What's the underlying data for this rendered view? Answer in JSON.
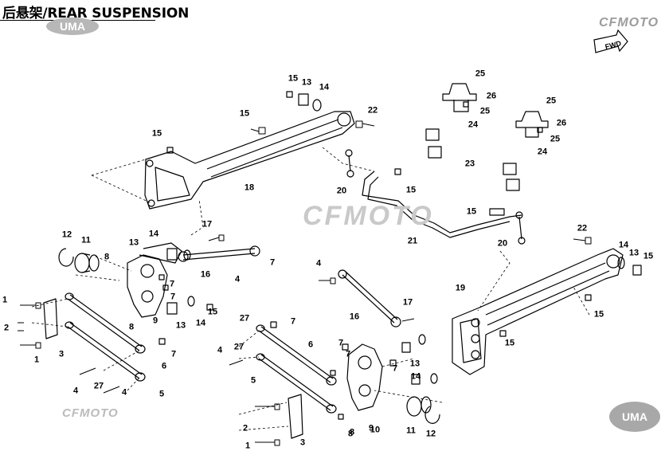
{
  "title": "后悬架/REAR SUSPENSION",
  "brand": {
    "wordmark": "CFMOTO",
    "badge": "UMA",
    "forward_label": "FWD"
  },
  "callouts": [
    {
      "label": "15"
    },
    {
      "label": "13"
    },
    {
      "label": "14"
    },
    {
      "label": "15"
    },
    {
      "label": "22"
    },
    {
      "label": "15"
    },
    {
      "label": "18"
    },
    {
      "label": "25"
    },
    {
      "label": "26"
    },
    {
      "label": "25"
    },
    {
      "label": "24"
    },
    {
      "label": "25"
    },
    {
      "label": "26"
    },
    {
      "label": "25"
    },
    {
      "label": "24"
    },
    {
      "label": "23"
    },
    {
      "label": "20"
    },
    {
      "label": "15"
    },
    {
      "label": "15"
    },
    {
      "label": "21"
    },
    {
      "label": "20"
    },
    {
      "label": "22"
    },
    {
      "label": "14"
    },
    {
      "label": "13"
    },
    {
      "label": "15"
    },
    {
      "label": "19"
    },
    {
      "label": "15"
    },
    {
      "label": "15"
    },
    {
      "label": "12"
    },
    {
      "label": "11"
    },
    {
      "label": "13"
    },
    {
      "label": "14"
    },
    {
      "label": "17"
    },
    {
      "label": "8"
    },
    {
      "label": "16"
    },
    {
      "label": "7"
    },
    {
      "label": "4"
    },
    {
      "label": "7"
    },
    {
      "label": "7"
    },
    {
      "label": "1"
    },
    {
      "label": "2"
    },
    {
      "label": "3"
    },
    {
      "label": "1"
    },
    {
      "label": "8"
    },
    {
      "label": "9"
    },
    {
      "label": "13"
    },
    {
      "label": "14"
    },
    {
      "label": "15"
    },
    {
      "label": "7"
    },
    {
      "label": "6"
    },
    {
      "label": "4"
    },
    {
      "label": "27"
    },
    {
      "label": "5"
    },
    {
      "label": "4"
    },
    {
      "label": "27"
    },
    {
      "label": "4"
    },
    {
      "label": "7"
    },
    {
      "label": "16"
    },
    {
      "label": "17"
    },
    {
      "label": "27"
    },
    {
      "label": "7"
    },
    {
      "label": "4"
    },
    {
      "label": "6"
    },
    {
      "label": "7"
    },
    {
      "label": "5"
    },
    {
      "label": "7"
    },
    {
      "label": "8"
    },
    {
      "label": "9"
    },
    {
      "label": "13"
    },
    {
      "label": "14"
    },
    {
      "label": "2"
    },
    {
      "label": "1"
    },
    {
      "label": "3"
    },
    {
      "label": "8"
    },
    {
      "label": "10"
    },
    {
      "label": "11"
    },
    {
      "label": "12"
    }
  ]
}
